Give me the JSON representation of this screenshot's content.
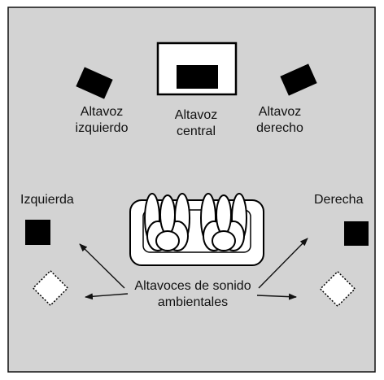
{
  "colors": {
    "background": "#d3d3d3",
    "border": "#111111",
    "speaker": "#000000",
    "tv_screen": "#ffffff",
    "sofa": "#ffffff"
  },
  "speakers": {
    "front_left": {
      "line1": "Altavoz",
      "line2": "izquierdo"
    },
    "center": {
      "line1": "Altavoz",
      "line2": "central"
    },
    "front_right": {
      "line1": "Altavoz",
      "line2": "derecho"
    }
  },
  "sides": {
    "left": "Izquierda",
    "right": "Derecha"
  },
  "surround": {
    "line1": "Altavoces de sonido",
    "line2": "ambientales"
  }
}
